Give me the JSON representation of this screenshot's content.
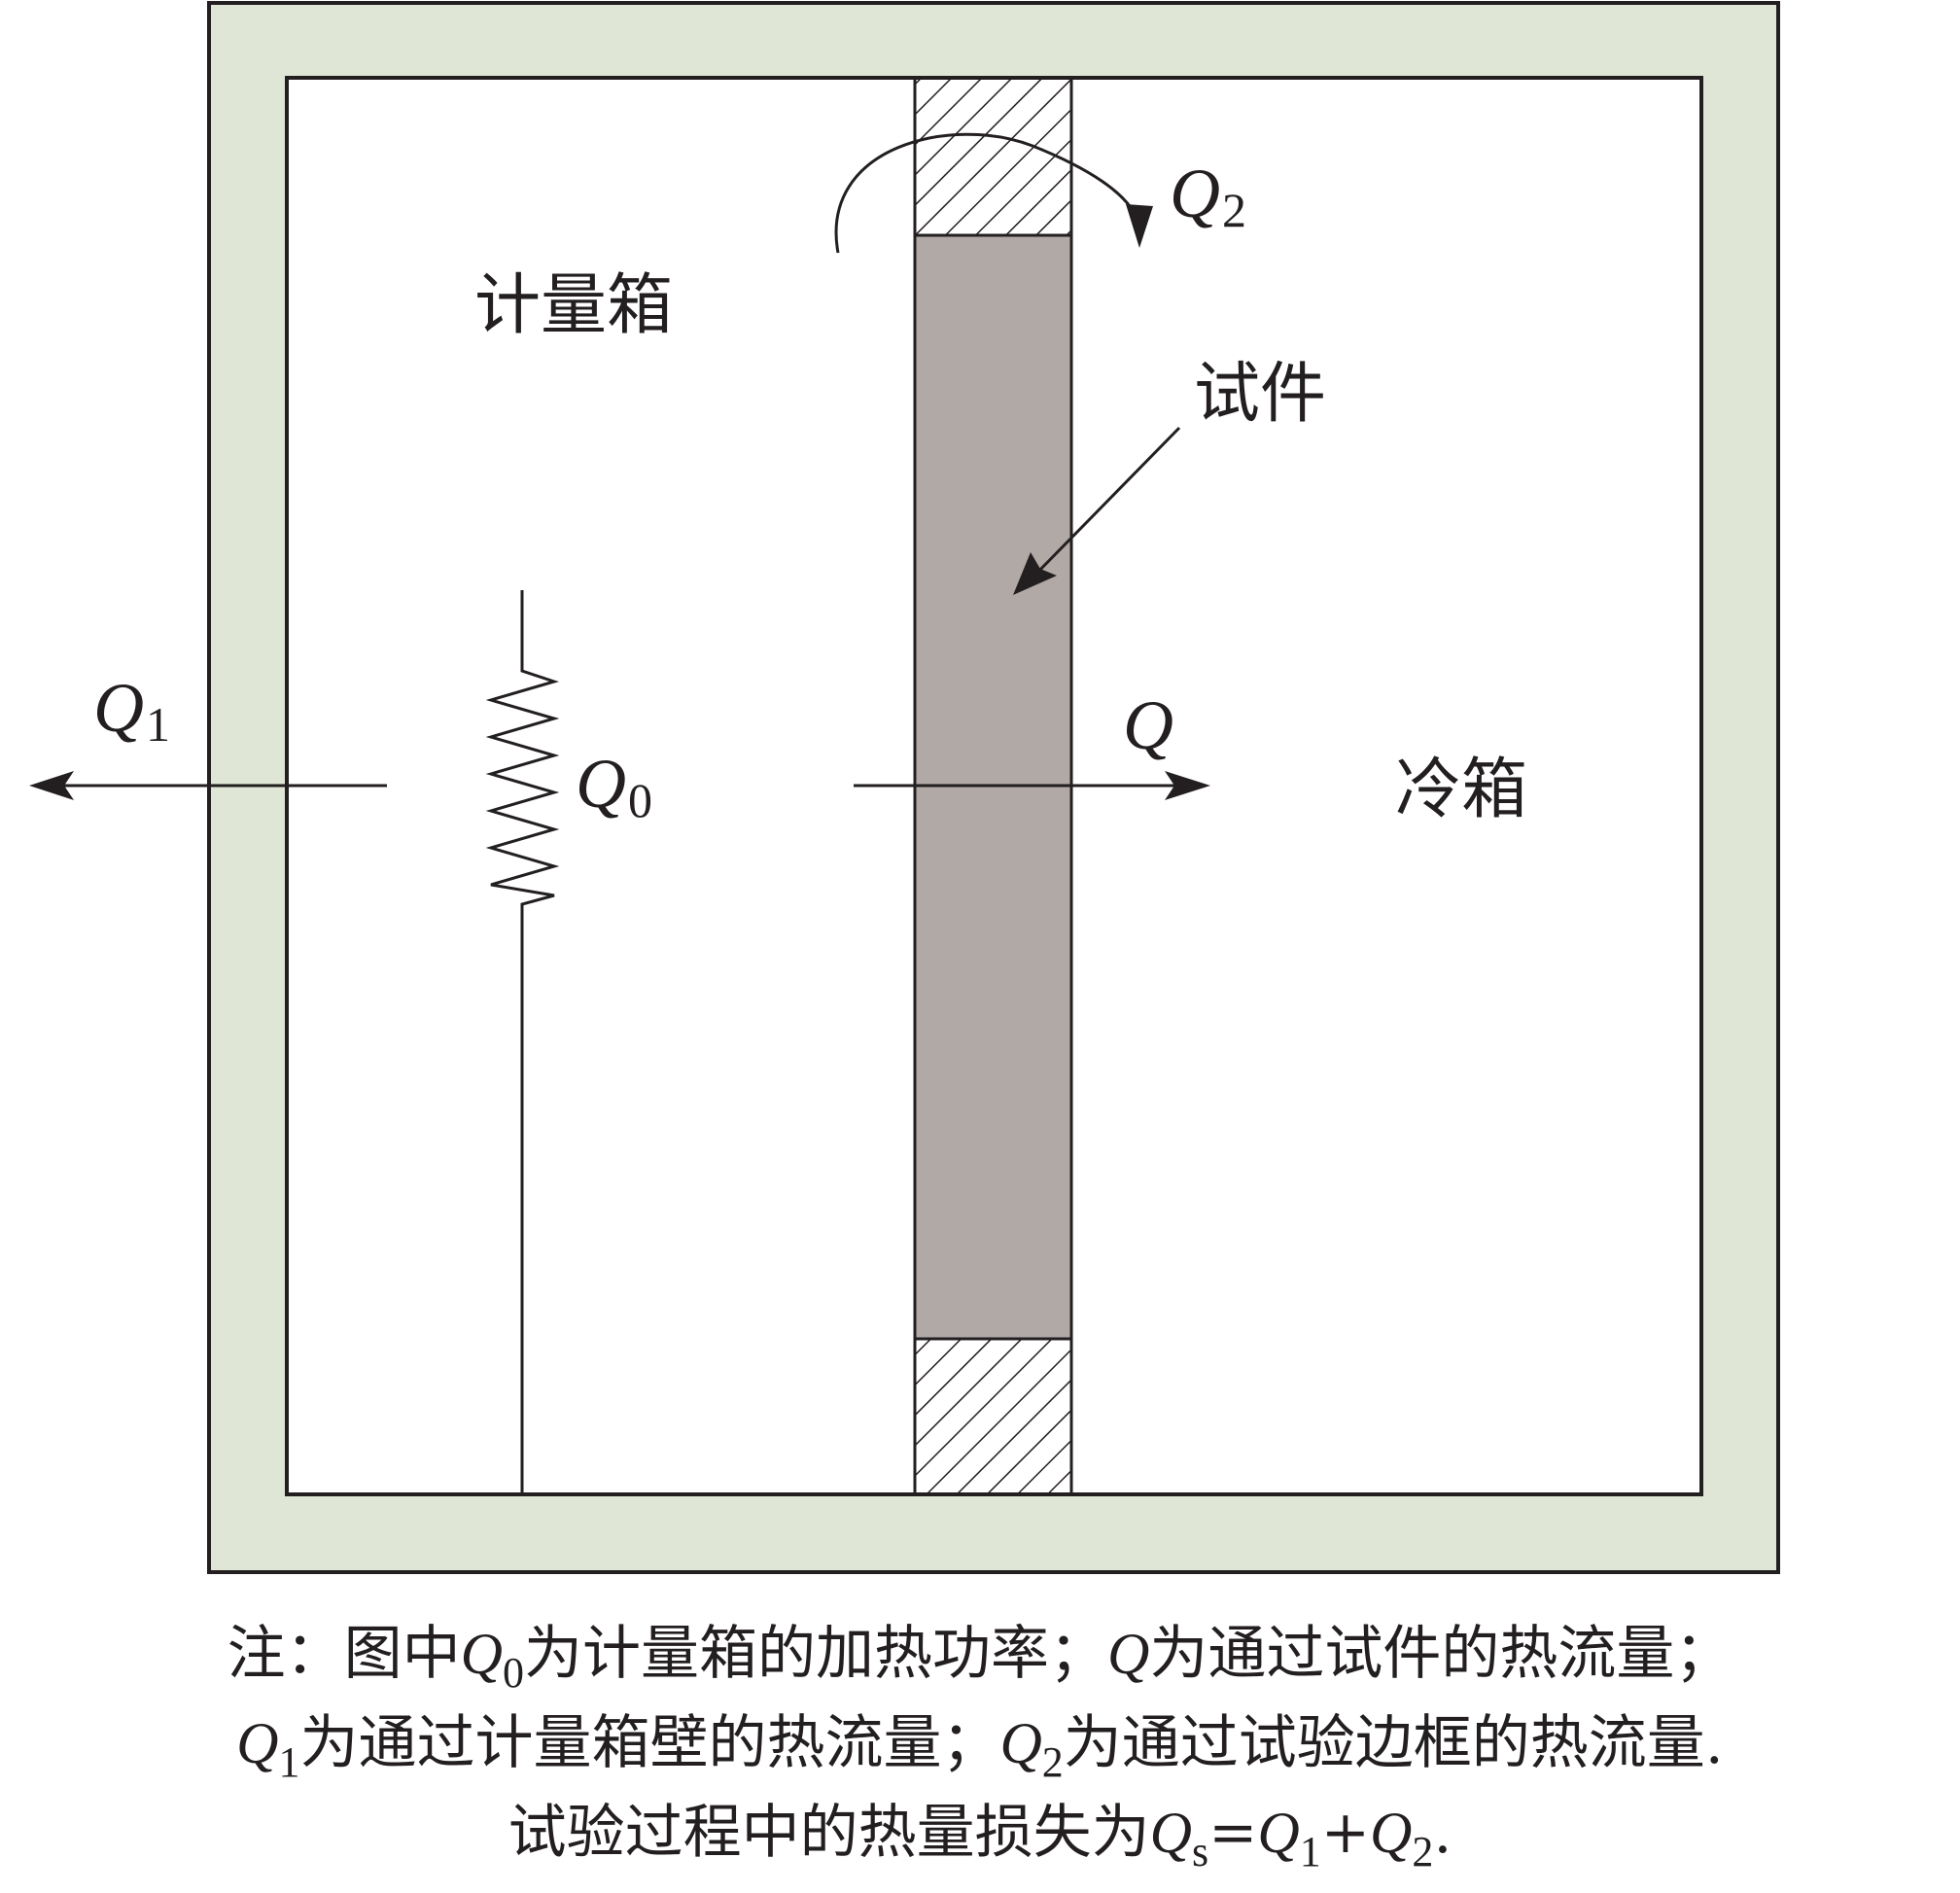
{
  "labels": {
    "metering_box": "计量箱",
    "specimen": "试件",
    "cold_box": "冷箱"
  },
  "symbols": {
    "q": "Q",
    "q0_sub": "0",
    "q1_sub": "1",
    "q2_sub": "2"
  },
  "caption": {
    "l1_a": "注：图中",
    "l1_q0": "Q",
    "l1_q0_sub": "0",
    "l1_b": "为计量箱的加热功率；",
    "l1_q": "Q",
    "l1_c": "为通过试件的热流量；",
    "l2_q1": "Q",
    "l2_q1_sub": "1",
    "l2_a": "为通过计量箱壁的热流量；",
    "l2_q2": "Q",
    "l2_q2_sub": "2",
    "l2_b": "为通过试验边框的热流量.",
    "l3_a": "试验过程中的热量损失为",
    "l3_qs": "Q",
    "l3_qs_sub": "s",
    "l3_eq": "=",
    "l3_q1": "Q",
    "l3_q1_sub": "1",
    "l3_plus": "+",
    "l3_q2": "Q",
    "l3_q2_sub": "2",
    "l3_end": "."
  },
  "colors": {
    "wall": "#dfe6d5",
    "specimen": "#b1a9a6",
    "line": "#231f20",
    "background": "#ffffff"
  }
}
